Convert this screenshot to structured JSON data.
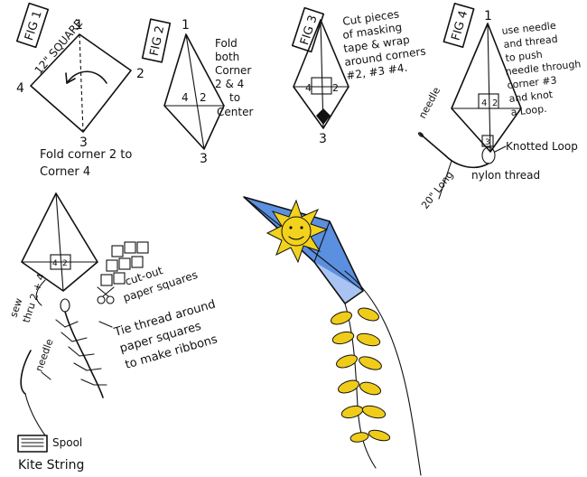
{
  "fig1": {
    "label": "FIG 1",
    "size_label": "12\" SQUARE",
    "corner1": "1",
    "corner2": "2",
    "corner3": "3",
    "corner4": "4",
    "caption_line1": "Fold corner 2 to",
    "caption_line2": "Corner 4"
  },
  "fig2": {
    "label": "FIG 2",
    "corner1": "1",
    "corner3": "3",
    "inner4": "4",
    "inner2": "2",
    "note": [
      "Fold",
      "both",
      "Corner",
      "2 & 4",
      "to",
      "Center"
    ]
  },
  "fig3": {
    "label": "FIG 3",
    "corner3": "3",
    "inner4": "4",
    "inner2": "2",
    "note": [
      "Cut pieces",
      "of masking",
      "tape & wrap",
      "around corners",
      "#2, #3 #4."
    ]
  },
  "fig4": {
    "label": "FIG 4",
    "corner1": "1",
    "inner4": "4",
    "inner2": "2",
    "inner3": "3",
    "note": [
      "use needle",
      "and thread",
      "to push",
      "needle through",
      "corner #3",
      "and knot",
      "a Loop."
    ],
    "needle_label": "needle",
    "loop_label": "Knotted Loop",
    "thread_label": "nylon thread",
    "length_label": "20\" Long"
  },
  "assembly": {
    "inner4": "4",
    "inner2": "2",
    "squares_label_line1": "cut-out",
    "squares_label_line2": "paper squares",
    "sew_label_line1": "sew",
    "sew_label_line2": "thru 2 + 4",
    "needle_label": "needle",
    "tie_label_line1": "Tie thread around",
    "tie_label_line2": "paper squares",
    "tie_label_line3": "to make ribbons",
    "spool_label": "Spool",
    "string_label": "Kite String"
  },
  "colors": {
    "kite_dark_blue": "#2f6fc8",
    "kite_mid_blue": "#5b8fe0",
    "kite_light_blue": "#a9c4f2",
    "sun_yellow": "#f2d21c",
    "ribbon_yellow": "#f0cc1a"
  }
}
